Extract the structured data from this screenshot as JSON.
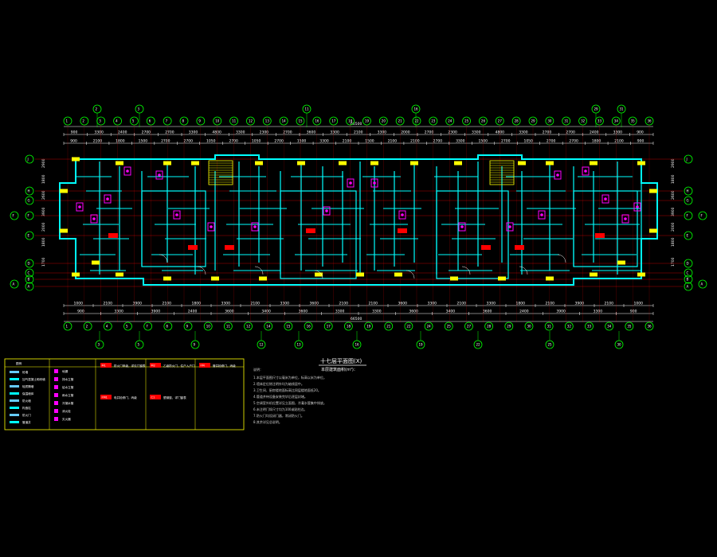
{
  "drawing": {
    "title": "十七层平面图(X)",
    "scale_label": "本层建筑面积(m²)：",
    "notes_heading": "说明：",
    "colors": {
      "background": "#000000",
      "grid_bubble": "#00ff00",
      "dimension": "#ffffff",
      "wall": "#00ffff",
      "column": "#ffff00",
      "fixture": "#ff00ff",
      "tag": "#ff0000",
      "stair": "#ffff00",
      "axis_line": "#ff0000",
      "legend_border": "#ffff00"
    },
    "overall_dims": {
      "top": "66500",
      "bottom": "66500"
    },
    "top_dims_row1": [
      "900",
      "3300",
      "2400",
      "2700",
      "2700",
      "3300",
      "4800",
      "3300",
      "2300",
      "2700",
      "3600",
      "3300",
      "2100",
      "3300",
      "2000",
      "2700",
      "2300",
      "3300",
      "4800",
      "3300",
      "2700",
      "2700",
      "2400",
      "3300",
      "900"
    ],
    "top_dims_row2": [
      "900",
      "2100",
      "1800",
      "1500",
      "2700",
      "2700",
      "1050",
      "2700",
      "1050",
      "2700",
      "1500",
      "3300",
      "2100",
      "1500",
      "2100",
      "2100",
      "2700",
      "3300",
      "1500",
      "2700",
      "1050",
      "2700",
      "2700",
      "1800",
      "2100",
      "900"
    ],
    "bottom_dims_row1": [
      "1000",
      "2100",
      "3900",
      "2100",
      "1800",
      "3300",
      "2100",
      "3300",
      "3600",
      "2100",
      "2100",
      "3600",
      "3300",
      "2100",
      "3300",
      "1800",
      "2100",
      "3900",
      "2100",
      "1000"
    ],
    "bottom_dims_row2": [
      "900",
      "3300",
      "3900",
      "2400",
      "3600",
      "3400",
      "3600",
      "3300",
      "3300",
      "3600",
      "3400",
      "3600",
      "2400",
      "3900",
      "3300",
      "900"
    ],
    "vertical_grid_labels": [
      "A",
      "B",
      "C",
      "D",
      "E",
      "F",
      "G",
      "H",
      "J"
    ],
    "top_axis_labels": [
      "1",
      "2",
      "3",
      "4",
      "5",
      "6",
      "7",
      "8",
      "9",
      "10",
      "11",
      "12",
      "13",
      "14",
      "15",
      "16",
      "17",
      "18",
      "19",
      "20",
      "21",
      "22",
      "23",
      "24",
      "25",
      "26",
      "27",
      "28",
      "29",
      "30",
      "31",
      "32",
      "33",
      "34",
      "35",
      "36"
    ],
    "bottom_axis_labels": [
      "1",
      "2",
      "4",
      "5",
      "7",
      "8",
      "9",
      "10",
      "11",
      "12",
      "14",
      "15",
      "16",
      "17",
      "18",
      "19",
      "21",
      "22",
      "24",
      "25",
      "27",
      "28",
      "29",
      "30",
      "31",
      "32",
      "33",
      "34",
      "35",
      "36"
    ],
    "right_dims": [
      "2900",
      "1800",
      "2600",
      "3900",
      "2000",
      "1800",
      "1700"
    ],
    "legend": {
      "heading": "图例",
      "col1": [
        "砼墙",
        "加气混凝土砌块墙",
        "轻质隔墙",
        "保温墙体",
        "防火墙",
        "构造柱",
        "防火门",
        "管道井"
      ],
      "col2": [
        "地漏",
        "排水立管",
        "给水立管",
        "雨水立管",
        "冷凝水管",
        "消火栓",
        "灭火器"
      ],
      "boxes": [
        {
          "tag": "M1",
          "text": "防火门甲级，详见门窗表"
        },
        {
          "tag": "M2",
          "text": "乙级防火门，住户入户门"
        },
        {
          "tag": "FM",
          "text": "管井检修门，丙级"
        },
        {
          "tag": "FM1",
          "text": "电井检修门，丙级"
        },
        {
          "tag": "C1",
          "text": "塑钢窗，详门窗表"
        }
      ]
    },
    "notes": [
      "1.本层平面图尺寸以毫米为单位，标高以米为单位。",
      "2.墙体定位除注明外均为轴线居中。",
      "3.卫生间、厨房楼地面标高比同层楼地面低20。",
      "4.管道井待设备安装完毕后逐层封堵。",
      "5.空调室外机位置详见立面图，冷凝水管集中排放。",
      "6.未注明门垛尺寸均为100或贴柱边。",
      "7.防火门均设闭门器，常闭防火门。",
      "8.其余详见总说明。"
    ]
  }
}
